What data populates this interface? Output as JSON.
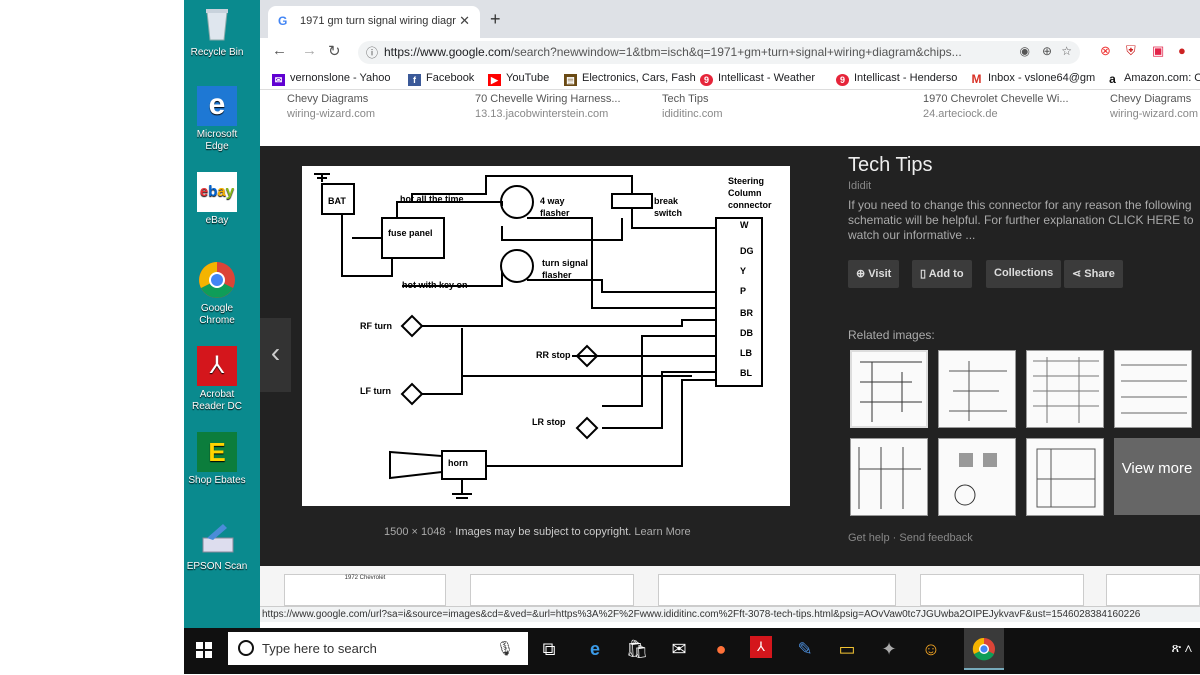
{
  "desktop": {
    "icons": [
      {
        "label": "Recycle Bin",
        "icon": "recycle-bin-icon"
      },
      {
        "label": "Microsoft Edge",
        "icon": "edge-icon"
      },
      {
        "label": "eBay",
        "icon": "ebay-icon"
      },
      {
        "label": "Google Chrome",
        "icon": "chrome-icon"
      },
      {
        "label": "Acrobat Reader DC",
        "icon": "acrobat-icon"
      },
      {
        "label": "Shop Ebates",
        "icon": "ebates-icon"
      },
      {
        "label": "EPSON Scan",
        "icon": "epson-scan-icon"
      }
    ]
  },
  "browser": {
    "tab_title": "1971 gm turn signal wiring diagr",
    "url_host": "https://www.google.com",
    "url_path": "/search?newwindow=1&tbm=isch&q=1971+gm+turn+signal+wiring+diagram&chips...",
    "bookmarks": [
      {
        "label": "vernonslone - Yahoo",
        "color": "#6001d2"
      },
      {
        "label": "Facebook",
        "color": "#3b5998"
      },
      {
        "label": "YouTube",
        "color": "#ff0000"
      },
      {
        "label": "Electronics, Cars, Fash",
        "color": "#e53238"
      },
      {
        "label": "Intellicast - Weather",
        "color": "#e6253a"
      },
      {
        "label": "Intellicast - Henderso",
        "color": "#e6253a"
      },
      {
        "label": "Inbox - vslone64@gm",
        "color": "#d93025"
      },
      {
        "label": "Amazon.com: O",
        "color": "#111111"
      }
    ],
    "top_results": [
      {
        "title": "Chevy Diagrams",
        "site": "wiring-wizard.com"
      },
      {
        "title": "70 Chevelle Wiring Harness...",
        "site": "13.13.jacobwinterstein.com"
      },
      {
        "title": "Tech Tips",
        "site": "ididitinc.com"
      },
      {
        "title": "1970 Chevrolet Chevelle Wi...",
        "site": "24.arteciock.de"
      },
      {
        "title": "Chevy Diagrams",
        "site": "wiring-wizard.com"
      }
    ],
    "status_url": "https://www.google.com/url?sa=i&source=images&cd=&ved=&url=https%3A%2F%2Fwww.ididitinc.com%2Fft-3078-tech-tips.html&psig=AOvVaw0tc7JGUwba2OIPEJykvavF&ust=1546028384160226"
  },
  "diagram": {
    "bat": "BAT",
    "fuse_panel": "fuse panel",
    "hot_all": "hot all the time",
    "hot_key": "hot with key on",
    "four_way_1": "4 way",
    "four_way_2": "flasher",
    "turn_signal_1": "turn signal",
    "turn_signal_2": "flasher",
    "brake_1": "break",
    "brake_2": "switch",
    "steering_1": "Steering",
    "steering_2": "Column",
    "steering_3": "connector",
    "pins": [
      "W",
      "DG",
      "Y",
      "P",
      "BR",
      "DB",
      "LB",
      "BL"
    ],
    "rf_turn": "RF turn",
    "lf_turn": "LF turn",
    "rr_stop": "RR stop",
    "lr_stop": "LR stop",
    "horn": "horn"
  },
  "viewer": {
    "meta_size": "1500 × 1048",
    "meta_copyright": "Images may be subject to copyright.",
    "meta_learn": "Learn More",
    "title": "Tech Tips",
    "source": "Ididit",
    "description": "If you need to change this connector for any reason the following schematic will be helpful. For further explanation CLICK HERE to watch our informative ...",
    "buttons": {
      "visit": "Visit",
      "add_to": "Add to",
      "collections": "Collections",
      "share": "Share"
    },
    "related_label": "Related images:",
    "view_more": "View more",
    "get_help": "Get help",
    "send_feedback": "Send feedback"
  },
  "filmstrip": {
    "first_caption": "1972 Chevrolet"
  },
  "taskbar": {
    "search_placeholder": "Type here to search",
    "tray_text": "ጽ ∧"
  }
}
